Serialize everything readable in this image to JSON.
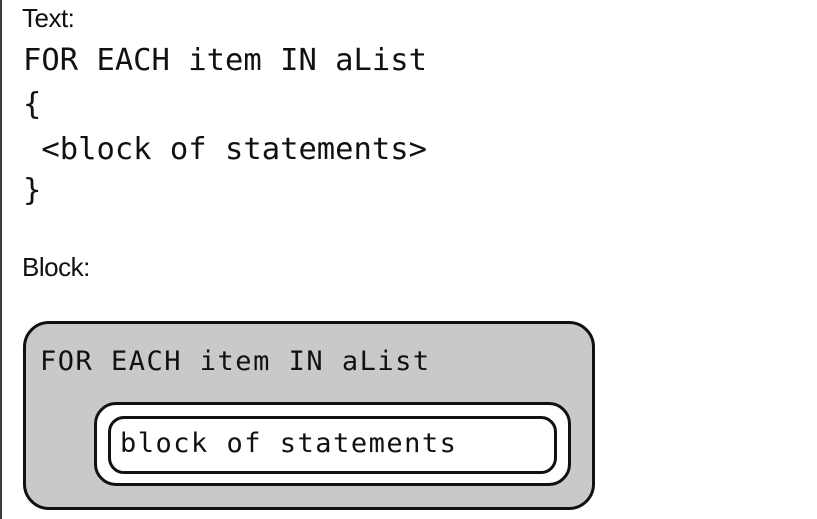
{
  "text_section": {
    "label": "Text:",
    "code_lines": [
      "FOR EACH item IN aList",
      "{",
      " <block of statements>",
      "}"
    ]
  },
  "block_section": {
    "label": "Block:",
    "header": "FOR EACH item IN aList",
    "inner_block": "block of statements"
  }
}
